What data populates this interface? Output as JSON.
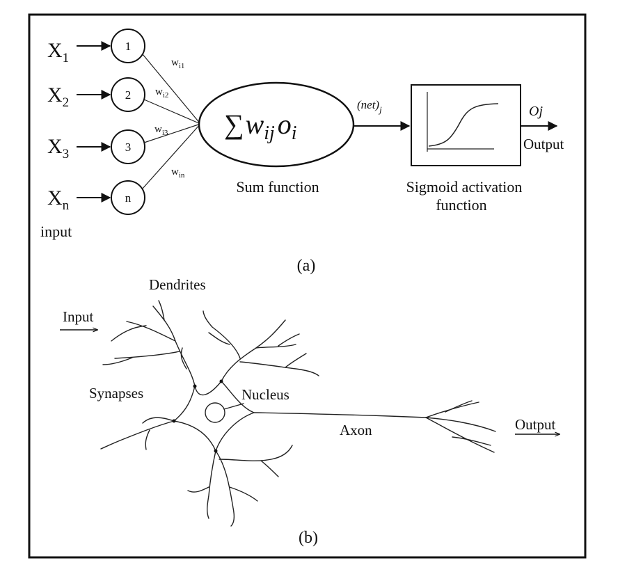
{
  "panel_a": {
    "inputs": [
      {
        "var": "X",
        "sub": "1",
        "node": "1",
        "w": "w",
        "wsub": "i1"
      },
      {
        "var": "X",
        "sub": "2",
        "node": "2",
        "w": "w",
        "wsub": "i2"
      },
      {
        "var": "X",
        "sub": "3",
        "node": "3",
        "w": "w",
        "wsub": "i3"
      },
      {
        "var": "X",
        "sub": "n",
        "node": "n",
        "w": "w",
        "wsub": "in"
      }
    ],
    "input_caption": "input",
    "sum_formula": {
      "sigma": "∑",
      "w": "w",
      "ij": "ij",
      "o": "o",
      "i": "i"
    },
    "sum_caption": "Sum function",
    "net_label": {
      "base": "(net)",
      "sub": "j"
    },
    "sigmoid_caption_line1": "Sigmoid activation",
    "sigmoid_caption_line2": "function",
    "output_symbol": "Oj",
    "output_caption": "Output",
    "panel_label": "(a)"
  },
  "panel_b": {
    "dendrites": "Dendrites",
    "input": "Input",
    "synapses": "Synapses",
    "nucleus": "Nucleus",
    "axon": "Axon",
    "output": "Output",
    "panel_label": "(b)"
  }
}
